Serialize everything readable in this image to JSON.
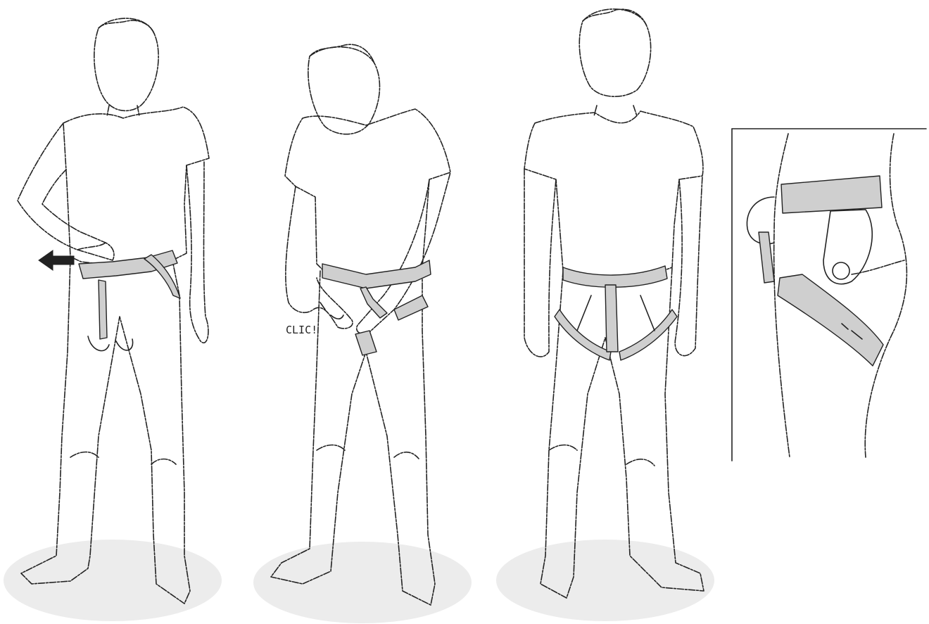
{
  "steps": [
    {
      "id": "step-1",
      "description": "buckle-waist-belt"
    },
    {
      "id": "step-2",
      "description": "clip-leg-loops"
    },
    {
      "id": "step-3",
      "description": "harness-fitted"
    }
  ],
  "annotations": {
    "click_text": "CLIC!"
  },
  "icons": [
    "pull-arrow-icon"
  ],
  "colors": {
    "line": "#222222",
    "strap_fill": "#cfcfcf",
    "floor_shadow": "#ececec",
    "background": "#ffffff"
  }
}
